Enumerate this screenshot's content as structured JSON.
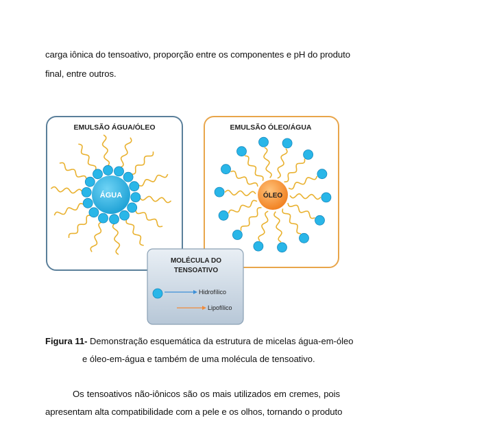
{
  "paragraph_top": {
    "line1": "carga iônica do tensoativo, proporção entre os componentes e pH do produto",
    "line2": "final, entre outros."
  },
  "figure": {
    "panel_left_title": "EMULSÃO ÁGUA/ÓLEO",
    "panel_left_core": "ÁGUA",
    "panel_right_title": "EMULSÃO ÓLEO/ÁGUA",
    "panel_right_core": "ÓLEO",
    "legend_title_line1": "MOLÉCULA DO",
    "legend_title_line2": "TENSOATIVO",
    "legend_hydrophilic": "Hidrofílico",
    "legend_lipophilic": "Lipofílico",
    "colors": {
      "head": "#29b6e8",
      "tail": "#e9b12f",
      "water_core": "#2bb4e6",
      "oil_core": "#f28a2a",
      "left_border": "#5a7f9a",
      "right_border": "#e8a54a",
      "legend_bg": "#c9d6e3",
      "hydrophilic_arrow": "#3d8fd6",
      "lipophilic_arrow": "#f08a3a"
    }
  },
  "caption": {
    "label": "Figura 11-",
    "line1": " Demonstração esquemática da estrutura de micelas água-em-óleo",
    "line2": "e óleo-em-água e também de uma molécula de tensoativo."
  },
  "paragraph_bottom": {
    "line1": "Os tensoativos não-iônicos são os mais utilizados em cremes, pois",
    "line2": "apresentam alta compatibilidade com a pele e os olhos, tornando o produto"
  }
}
